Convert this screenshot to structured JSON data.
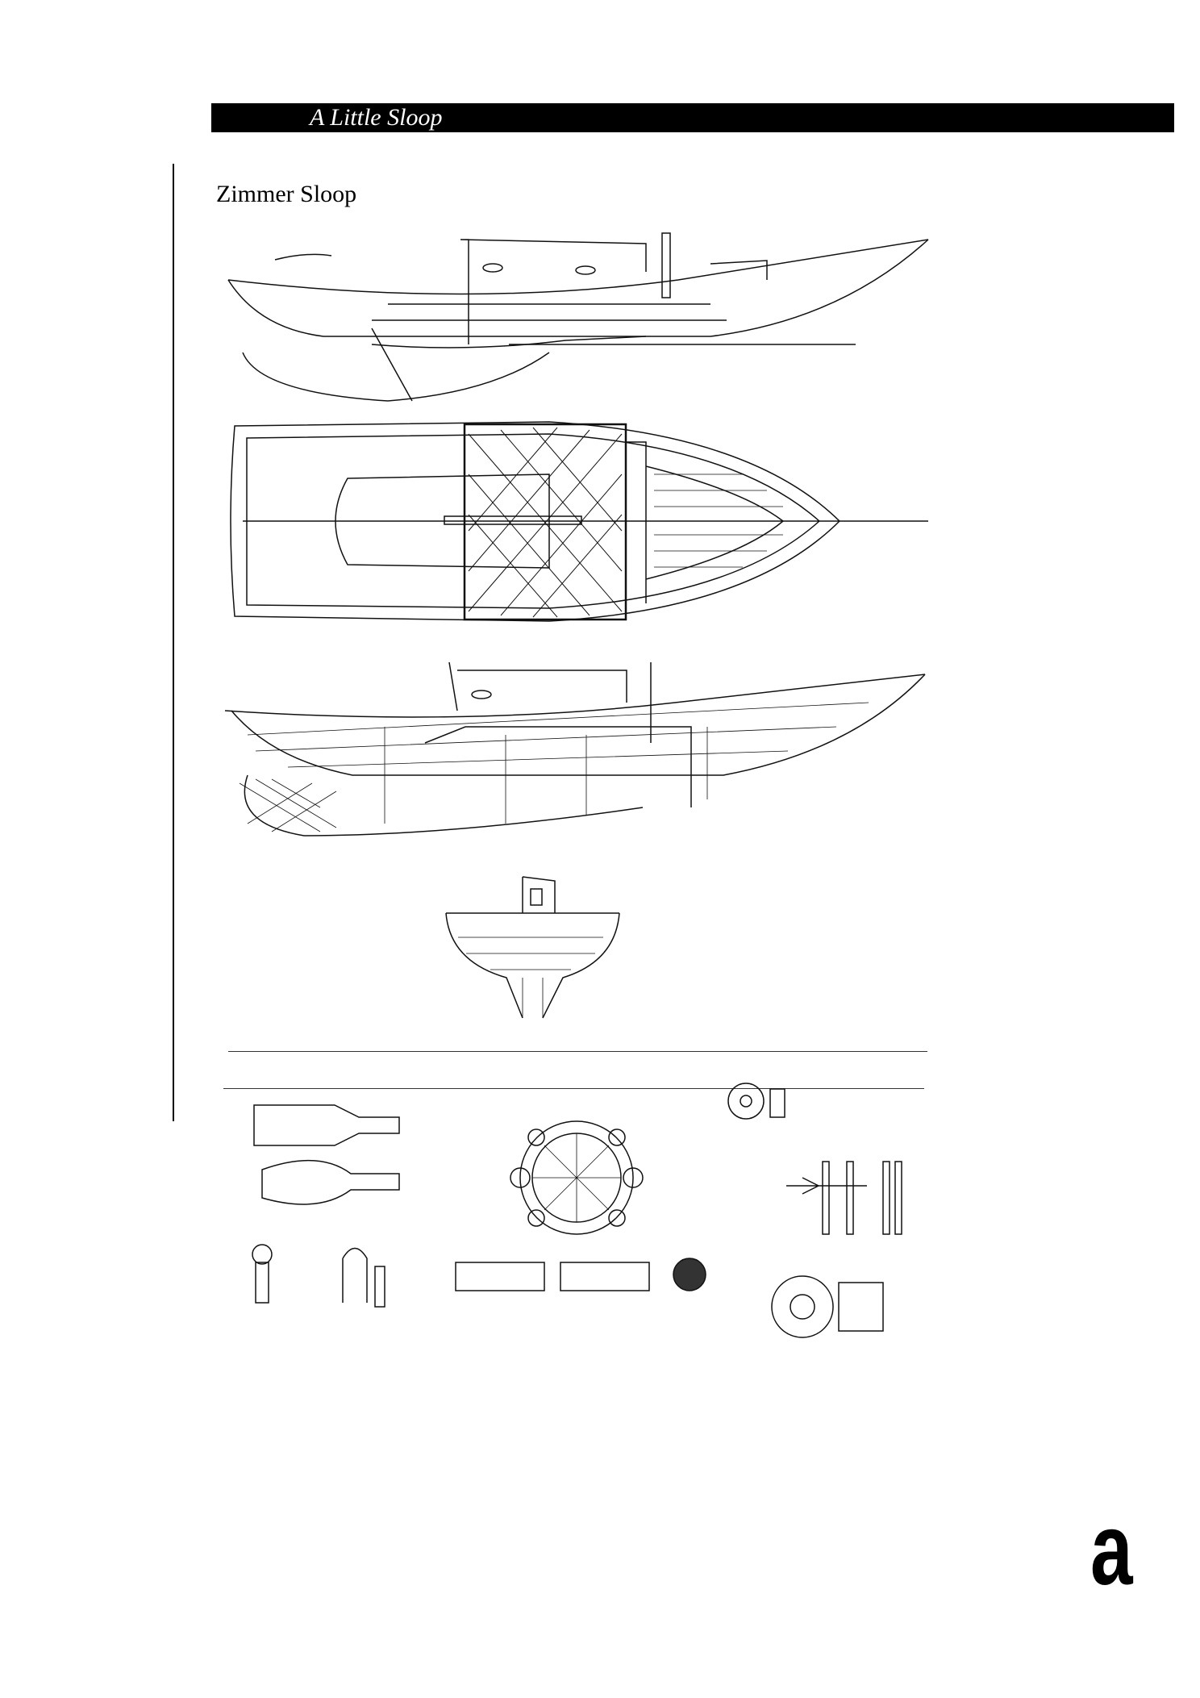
{
  "header": {
    "title": "A Little Sloop"
  },
  "section": {
    "title": "Zimmer Sloop"
  },
  "figures": [
    {
      "name": "sail-plan-profile"
    },
    {
      "name": "deck-plan"
    },
    {
      "name": "construction-profile"
    },
    {
      "name": "midship-section"
    },
    {
      "name": "hardware-details"
    }
  ],
  "footer": {
    "page_letter": "a"
  }
}
